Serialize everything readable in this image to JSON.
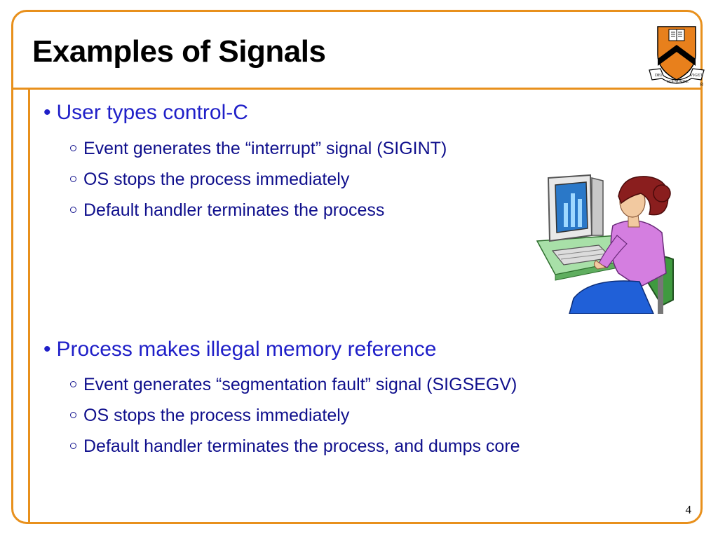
{
  "slide": {
    "title": "Examples of Signals",
    "page_number": "4",
    "accent_color": "#e8901c",
    "level1_color": "#1f1fc8",
    "level2_color": "#0f0f8c",
    "logo_icon": "princeton-shield-logo",
    "logo_text": [
      "DEI",
      "SUB NUMINE",
      "VIGET",
      "®"
    ],
    "clipart_icon": "person-at-computer-clipart"
  },
  "sections": [
    {
      "heading": "User types control-C",
      "items": [
        "Event generates the “interrupt” signal (SIGINT)",
        "OS stops the process immediately",
        "Default handler terminates the process"
      ]
    },
    {
      "heading": "Process makes illegal memory reference",
      "items": [
        "Event generates “segmentation fault” signal (SIGSEGV)",
        "OS stops the process immediately",
        "Default handler terminates the process, and dumps core"
      ]
    }
  ]
}
